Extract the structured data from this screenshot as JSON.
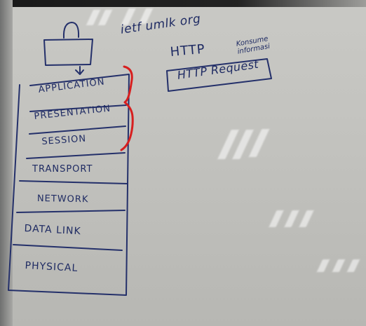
{
  "whiteboard": {
    "top_note": {
      "line1": "ietf umlk org",
      "line2": "HTTP",
      "side_note": "Konsume informasi"
    },
    "request_label": "HTTP Request",
    "osi_layers": [
      "APPLICATION",
      "PRESENTATION",
      "SESSION",
      "TRANSPORT",
      "NETWORK",
      "DATA LINK",
      "PHYSICAL"
    ],
    "bracket_color": "#d71f1f",
    "marker_color": "#1f2b63"
  }
}
